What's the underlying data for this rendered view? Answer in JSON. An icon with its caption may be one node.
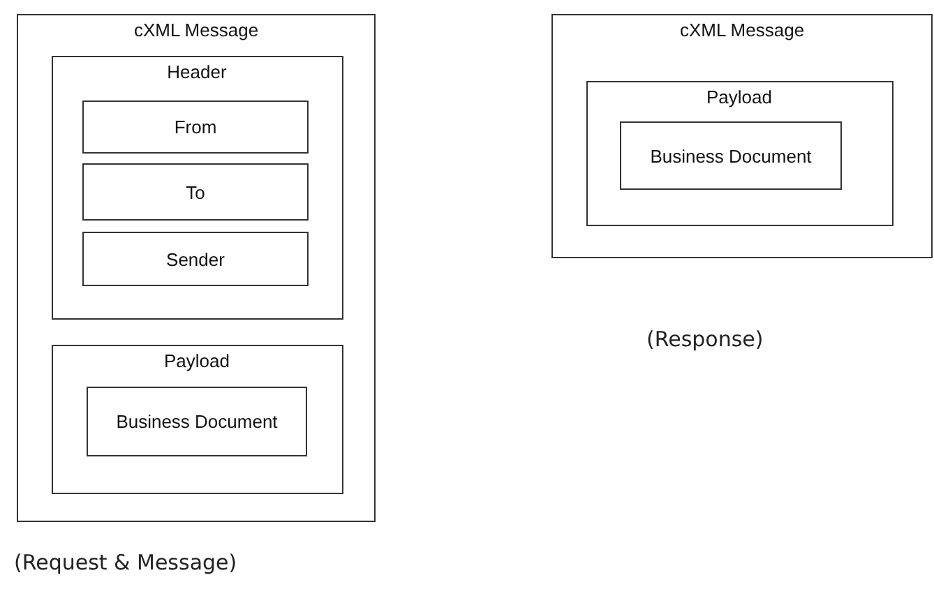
{
  "diagram": {
    "nodes": [
      {
        "text": [
          "cXML Message"
        ],
        "beside": [
          "(Request & Message)"
        ]
      },
      {
        "text": [
          "Header"
        ],
        "in": 0
      },
      {
        "text": [
          "From"
        ],
        "in": 1
      },
      {
        "text": [
          "To"
        ],
        "in": 1
      },
      {
        "text": [
          "Sender"
        ],
        "in": 1
      },
      {
        "text": [
          "Payload"
        ],
        "in": 0
      },
      {
        "text": [
          "Business Document"
        ],
        "in": 5
      },
      {
        "text": [
          "cXML Message"
        ],
        "beside": [
          "(Response)"
        ]
      },
      {
        "text": [
          "Payload"
        ],
        "in": 7
      },
      {
        "text": [
          "Business Document"
        ],
        "in": 8
      }
    ]
  }
}
